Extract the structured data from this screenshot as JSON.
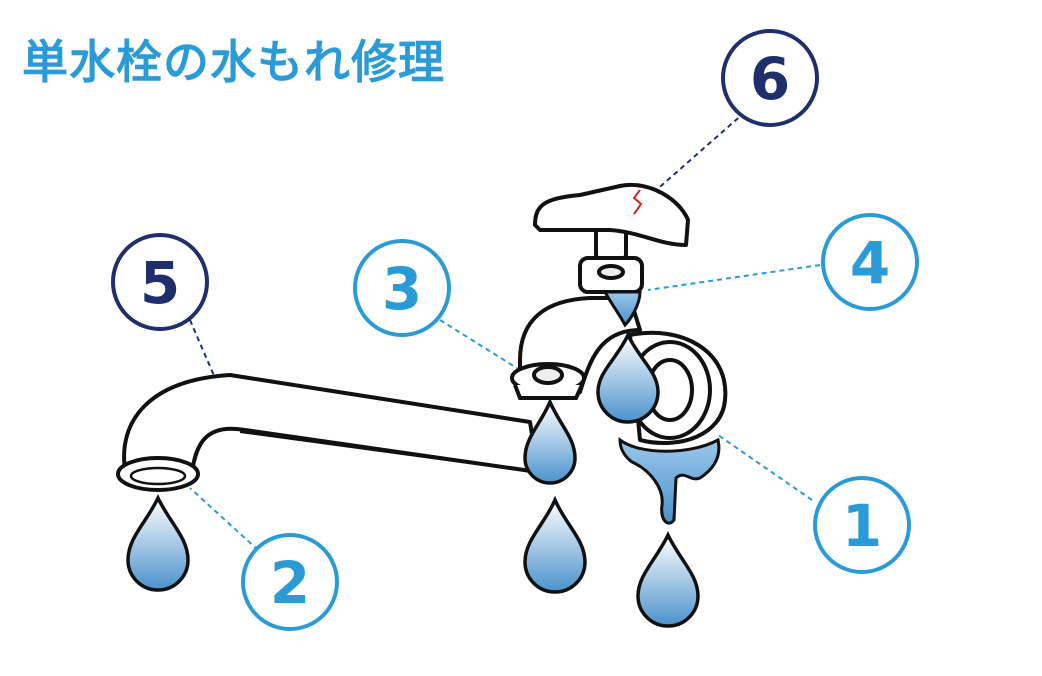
{
  "title": "単水栓の水もれ修理",
  "colors": {
    "title": "#2a9bd7",
    "light_circle": "#2a9bd7",
    "dark_circle": "#1f2f6b",
    "drop_top": "#ffffff",
    "drop_bottom": "#4a92cc",
    "water": "#6aa7d8",
    "crack": "#e02020",
    "outline": "#111111"
  },
  "callouts": [
    {
      "id": "1",
      "label": "1",
      "style": "light"
    },
    {
      "id": "2",
      "label": "2",
      "style": "light"
    },
    {
      "id": "3",
      "label": "3",
      "style": "light"
    },
    {
      "id": "4",
      "label": "4",
      "style": "light"
    },
    {
      "id": "5",
      "label": "5",
      "style": "dark"
    },
    {
      "id": "6",
      "label": "6",
      "style": "dark"
    }
  ]
}
